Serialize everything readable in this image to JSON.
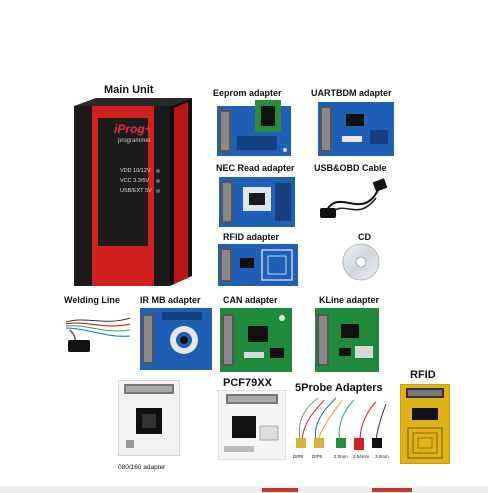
{
  "labels": {
    "main_unit": "Main Unit",
    "eeprom_adapter": "Eeprom adapter",
    "uartbdm_adapter": "UARTBDM adapter",
    "nec_read_adapter": "NEC Read adapter",
    "usb_obd_cable": "USB&OBD Cable",
    "rfid_adapter": "RFID adapter",
    "cd": "CD",
    "welding_line": "Welding Line",
    "ir_mb_adapter": "IR MB adapter",
    "can_adapter": "CAN adapter",
    "kline_adapter": "KLine adapter",
    "pcf79xx": "PCF79XX",
    "five_probe_adapters": "5Probe Adapters",
    "rfid": "RFID",
    "adapter_080_160": "080/160 adapter"
  },
  "device": {
    "brand": "iProg+",
    "subtitle": "programmer",
    "led_lines": [
      "VDD 10/12V",
      "VCC 3.3/5V",
      "USB/EXT 5V"
    ]
  },
  "probe_tags": [
    "DIP8",
    "DIP8",
    "2.0mm",
    "2.54mm",
    "3.0mm"
  ],
  "colors": {
    "device_red": "#d21f1f",
    "device_black": "#1a1a1a",
    "pcb_blue": "#1f5fb5",
    "pcb_green": "#1f8a3b",
    "rfid_gold": "#e0b21a"
  }
}
